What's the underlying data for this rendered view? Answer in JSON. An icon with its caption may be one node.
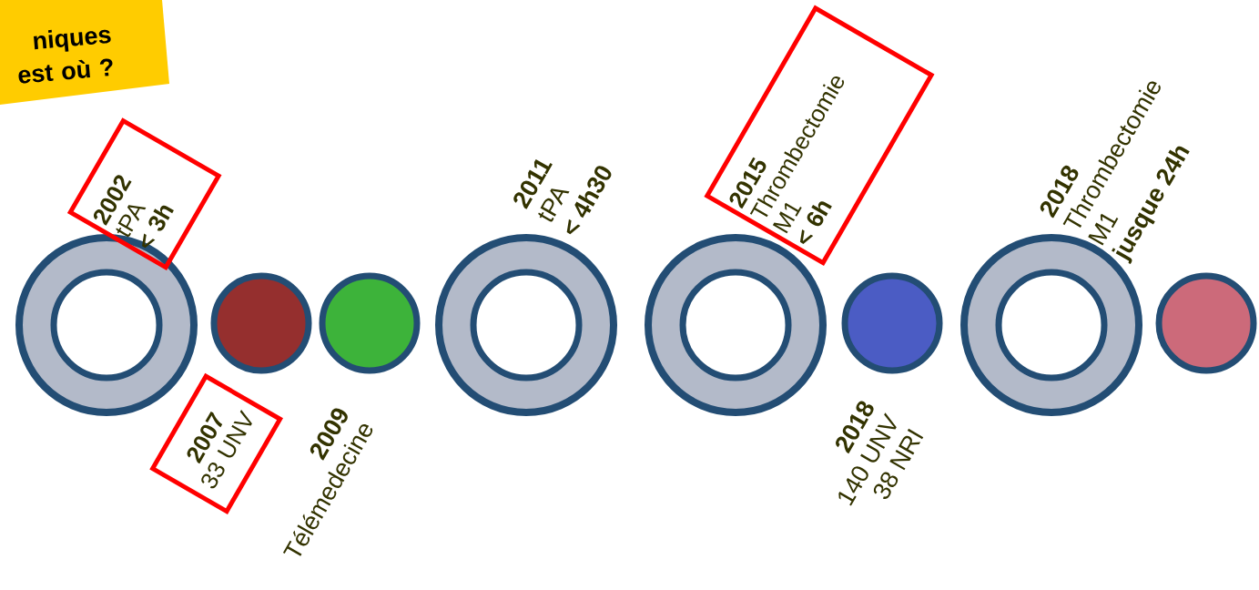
{
  "diagram": {
    "nodes": [
      {
        "text": [
          "niques est où ?"
        ]
      },
      {
        "text": [
          "2002",
          "tPA",
          "< 3h"
        ]
      },
      {
        "text": [
          "2015",
          "Thrombectomie",
          "M1",
          "< 6h"
        ]
      },
      {
        "text": [],
        "shape": "circle"
      },
      {
        "text": [],
        "shape": "circle"
      },
      {
        "text": [],
        "shape": "circle"
      },
      {
        "text": [],
        "shape": "circle"
      },
      {
        "text": [],
        "shape": "circle"
      },
      {
        "text": [],
        "shape": "circle"
      },
      {
        "text": [],
        "shape": "circle"
      },
      {
        "text": [],
        "shape": "circle"
      },
      {
        "text": [
          "2007",
          "33 UNV"
        ]
      }
    ],
    "labels": [
      "2009",
      "Télémedecine",
      "2011",
      "tPA",
      "< 4h30",
      "2018",
      "Thrombectomie",
      "M1",
      "jusque 24h",
      "2018",
      "140 UNV",
      "38 NRI"
    ]
  }
}
